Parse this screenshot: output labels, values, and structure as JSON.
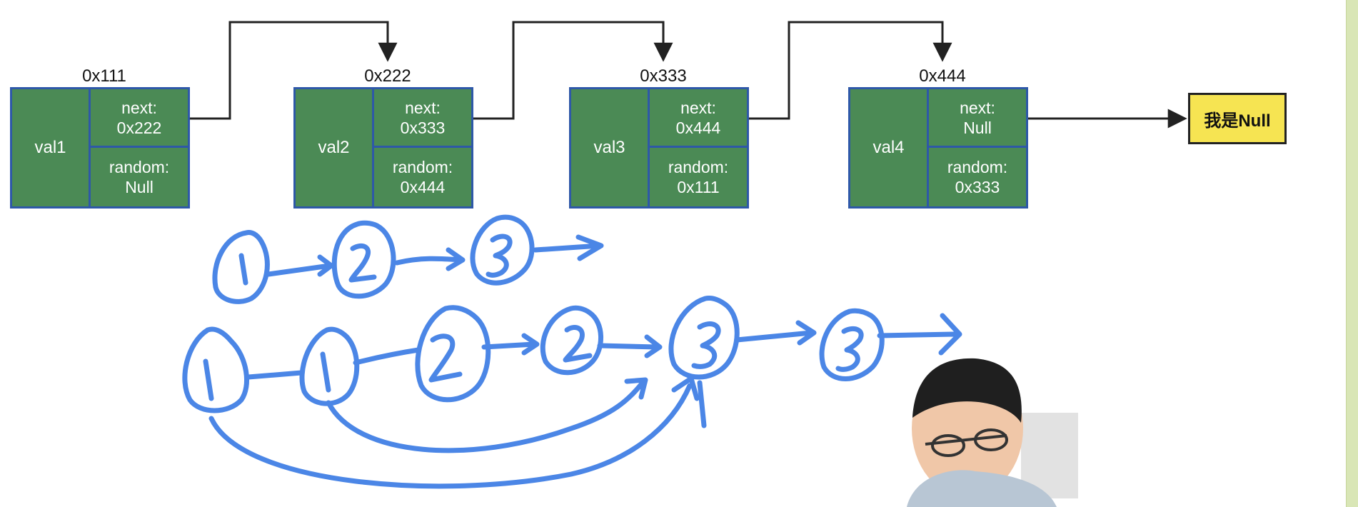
{
  "nodes": [
    {
      "addr": "0x111",
      "val": "val1",
      "next_label": "next:",
      "next_value": "0x222",
      "random_label": "random:",
      "random_value": "Null"
    },
    {
      "addr": "0x222",
      "val": "val2",
      "next_label": "next:",
      "next_value": "0x333",
      "random_label": "random:",
      "random_value": "0x444"
    },
    {
      "addr": "0x333",
      "val": "val3",
      "next_label": "next:",
      "next_value": "0x444",
      "random_label": "random:",
      "random_value": "0x111"
    },
    {
      "addr": "0x444",
      "val": "val4",
      "next_label": "next:",
      "next_value": "Null",
      "random_label": "random:",
      "random_value": "0x333"
    }
  ],
  "null_box_label": "我是Null",
  "colors": {
    "node_fill": "#4b8a55",
    "node_border": "#2e58a8",
    "null_fill": "#f6e452",
    "ink": "#4b86e6"
  }
}
